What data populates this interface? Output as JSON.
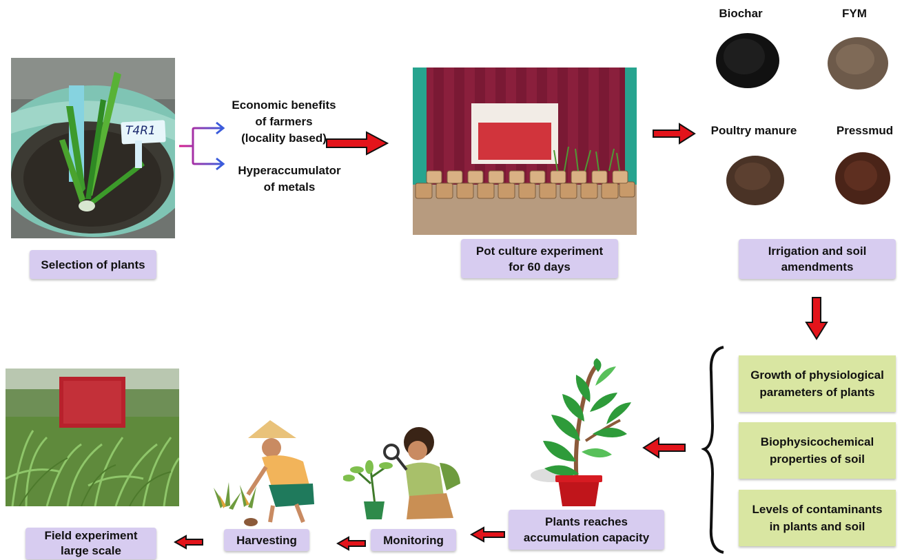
{
  "nodes": {
    "selection": "Selection of plants",
    "economic_1": "Economic benefits",
    "economic_2": "of farmers",
    "economic_3": "(locality based)",
    "hyper_1": "Hyperaccumulator",
    "hyper_2": "of metals",
    "pot_1": "Pot culture experiment",
    "pot_2": "for 60 days",
    "irrigation_1": "Irrigation and soil",
    "irrigation_2": "amendments",
    "growth_1": "Growth of physiological",
    "growth_2": "parameters of plants",
    "biophys_1": "Biophysicochemical",
    "biophys_2": "properties of soil",
    "levels_1": "Levels of contaminants",
    "levels_2": "in plants and soil",
    "plants_1": "Plants reaches",
    "plants_2": "accumulation capacity",
    "monitoring": "Monitoring",
    "harvesting": "Harvesting",
    "field_1": "Field experiment",
    "field_2": "large scale"
  },
  "amendments": {
    "biochar": "Biochar",
    "fym": "FYM",
    "poultry": "Poultry manure",
    "pressmud": "Pressmud"
  },
  "photo_text": {
    "plant_tag": "T4R1"
  },
  "colors": {
    "lavender": "#d7ccf0",
    "green_box": "#d9e6a2",
    "arrow_red": "#e3141b",
    "branch_blue": "#3b5bdb",
    "branch_magenta": "#d81b8c"
  }
}
